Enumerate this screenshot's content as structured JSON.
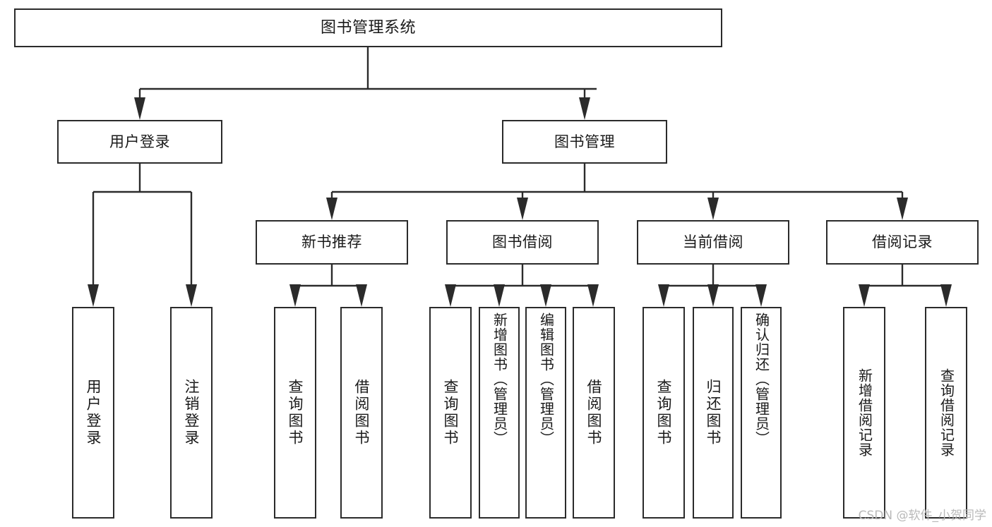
{
  "diagram": {
    "type": "tree",
    "title": "图书管理系统",
    "root": {
      "id": "root",
      "label": "图书管理系统"
    },
    "level2": [
      {
        "id": "user-login",
        "label": "用户登录"
      },
      {
        "id": "book-manage",
        "label": "图书管理"
      }
    ],
    "level3": [
      {
        "id": "new-book-recommend",
        "label": "新书推荐",
        "parent": "book-manage"
      },
      {
        "id": "book-borrow",
        "label": "图书借阅",
        "parent": "book-manage"
      },
      {
        "id": "current-borrow",
        "label": "当前借阅",
        "parent": "book-manage"
      },
      {
        "id": "borrow-record",
        "label": "借阅记录",
        "parent": "book-manage"
      }
    ],
    "leaves": {
      "user-login": [
        {
          "id": "leaf-user-login",
          "label": "用户登录"
        },
        {
          "id": "leaf-logout",
          "label": "注销登录"
        }
      ],
      "new-book-recommend": [
        {
          "id": "leaf-query-book-1",
          "label": "查询图书"
        },
        {
          "id": "leaf-borrow-book-1",
          "label": "借阅图书"
        }
      ],
      "book-borrow": [
        {
          "id": "leaf-query-book-2",
          "label": "查询图书"
        },
        {
          "id": "leaf-add-book-admin",
          "label": "新增图书（管理员）"
        },
        {
          "id": "leaf-edit-book-admin",
          "label": "编辑图书（管理员）"
        },
        {
          "id": "leaf-borrow-book-2",
          "label": "借阅图书"
        }
      ],
      "current-borrow": [
        {
          "id": "leaf-query-book-3",
          "label": "查询图书"
        },
        {
          "id": "leaf-return-book",
          "label": "归还图书"
        },
        {
          "id": "leaf-confirm-return-admin",
          "label": "确认归还（管理员）"
        }
      ],
      "borrow-record": [
        {
          "id": "leaf-add-borrow-record",
          "label": "新增借阅记录"
        },
        {
          "id": "leaf-query-borrow-record",
          "label": "查询借阅记录"
        }
      ]
    }
  },
  "watermark": {
    "text": "CSDN @软件_小贺同学"
  },
  "colors": {
    "stroke": "#2b2b2b",
    "background": "#ffffff",
    "text": "#1a1a1a",
    "watermark": "#b9b9b9"
  }
}
